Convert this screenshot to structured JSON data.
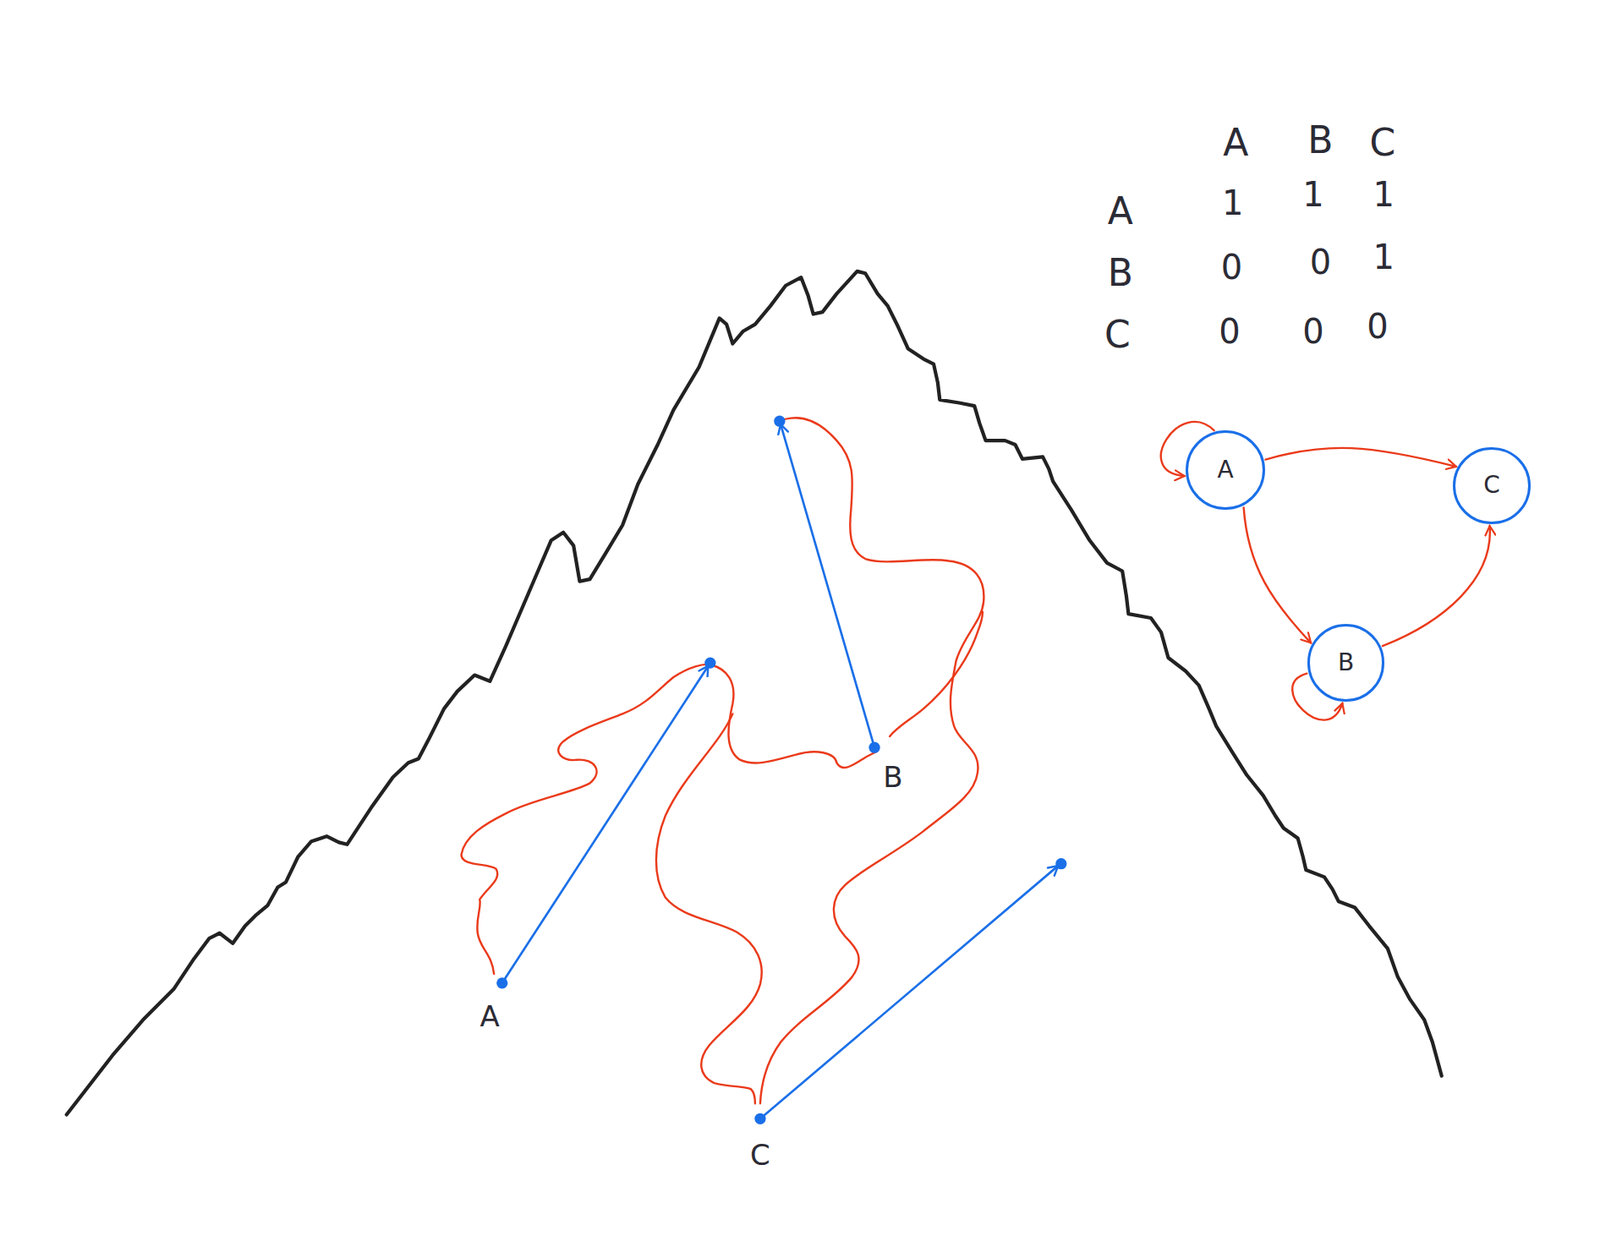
{
  "diagram": {
    "nodes": [
      {
        "text": [
          "A"
        ]
      },
      {
        "text": [
          "C"
        ]
      },
      {
        "text": [
          "B"
        ]
      }
    ],
    "edges": [
      {
        "from": 0,
        "to": 0,
        "arrow": "to"
      },
      {
        "from": 0,
        "to": 1,
        "arrow": "to"
      },
      {
        "from": 0,
        "to": 2,
        "arrow": "to"
      },
      {
        "from": 2,
        "to": 2,
        "arrow": "to"
      },
      {
        "from": 2,
        "to": 1,
        "arrow": "to"
      }
    ],
    "labels": [
      "A",
      "B",
      "C",
      "A",
      "1",
      "1",
      "1",
      "B",
      "0",
      "0",
      "1",
      "C",
      "0",
      "0",
      "0",
      "B",
      "A",
      "C"
    ]
  }
}
